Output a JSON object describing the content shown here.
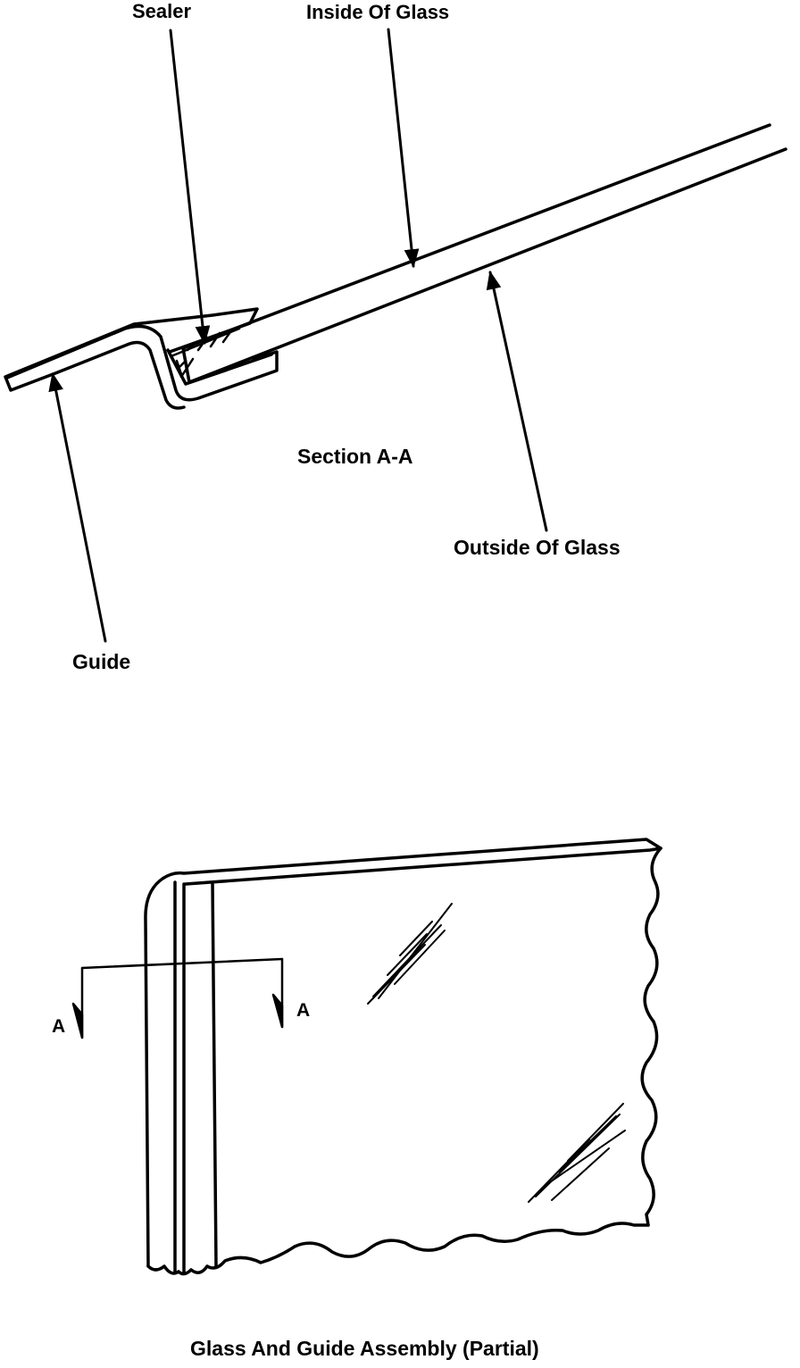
{
  "labels": {
    "sealer": "Sealer",
    "inside_of_glass": "Inside Of Glass",
    "section_title": "Section A-A",
    "outside_of_glass": "Outside Of Glass",
    "guide": "Guide",
    "section_marker_left": "A",
    "section_marker_right": "A",
    "caption": "Glass And Guide Assembly (Partial)"
  },
  "colors": {
    "line": "#000000",
    "background": "#ffffff"
  }
}
